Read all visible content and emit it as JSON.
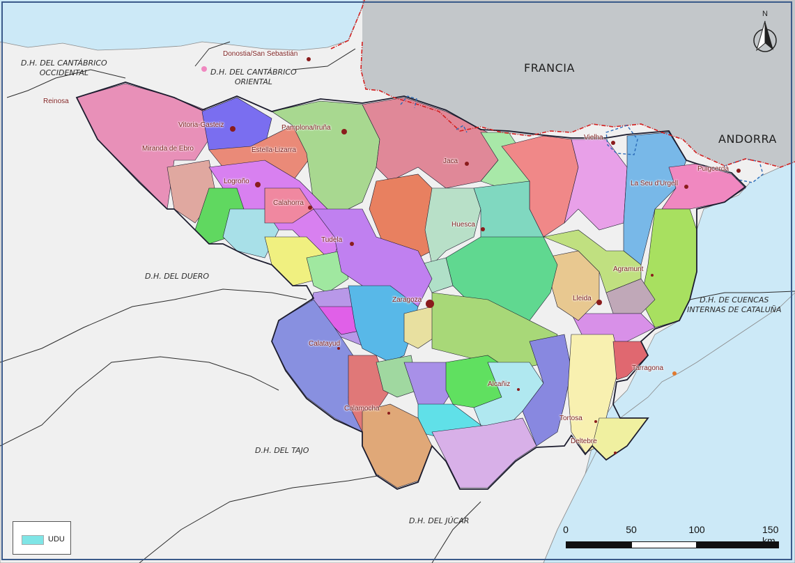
{
  "neighbouring_basins": {
    "cantabrico_occidental": "D.H. DEL CANTÁBRICO\nOCCIDENTAL",
    "cantabrico_oriental": "D.H. DEL CANTÁBRICO\nORIENTAL",
    "duero": "D.H. DEL DUERO",
    "tajo": "D.H. DEL TAJO",
    "jucar": "D.H. DEL JÚCAR",
    "cataluna": "D.H. DE CUENCAS\nINTERNAS DE CATALUÑA"
  },
  "countries": {
    "francia": "FRANCIA",
    "andorra": "ANDORRA"
  },
  "cities": [
    {
      "name": "Donostia/San Sebastián"
    },
    {
      "name": "Reinosa"
    },
    {
      "name": "Vitoria-Gasteiz"
    },
    {
      "name": "Pamplona/Iruña"
    },
    {
      "name": "Miranda de Ebro"
    },
    {
      "name": "Estella-Lizarra"
    },
    {
      "name": "Logroño"
    },
    {
      "name": "Calahorra"
    },
    {
      "name": "Tudela"
    },
    {
      "name": "Jaca"
    },
    {
      "name": "Huesca"
    },
    {
      "name": "Vielha"
    },
    {
      "name": "La Seu d'Urgell"
    },
    {
      "name": "Puigcerdà"
    },
    {
      "name": "Agramunt"
    },
    {
      "name": "Lleida"
    },
    {
      "name": "Zaragoza"
    },
    {
      "name": "Calatayud"
    },
    {
      "name": "Alcañiz"
    },
    {
      "name": "Calamocha"
    },
    {
      "name": "Tarragona"
    },
    {
      "name": "Tortosa"
    },
    {
      "name": "Deltebre"
    }
  ],
  "legend": {
    "label": "UDU",
    "color": "#7fe5e6"
  },
  "scale_bar": {
    "ticks": [
      "0",
      "50",
      "100",
      "150 km"
    ]
  },
  "north_arrow": {
    "label": "N",
    "icon": "north-arrow-icon"
  },
  "colors": {
    "sea": "#cce9f7",
    "france": "#c3c7ca",
    "land": "#f0f0f0",
    "border": "#d42020",
    "basin_outline": "#1c1c2e"
  }
}
